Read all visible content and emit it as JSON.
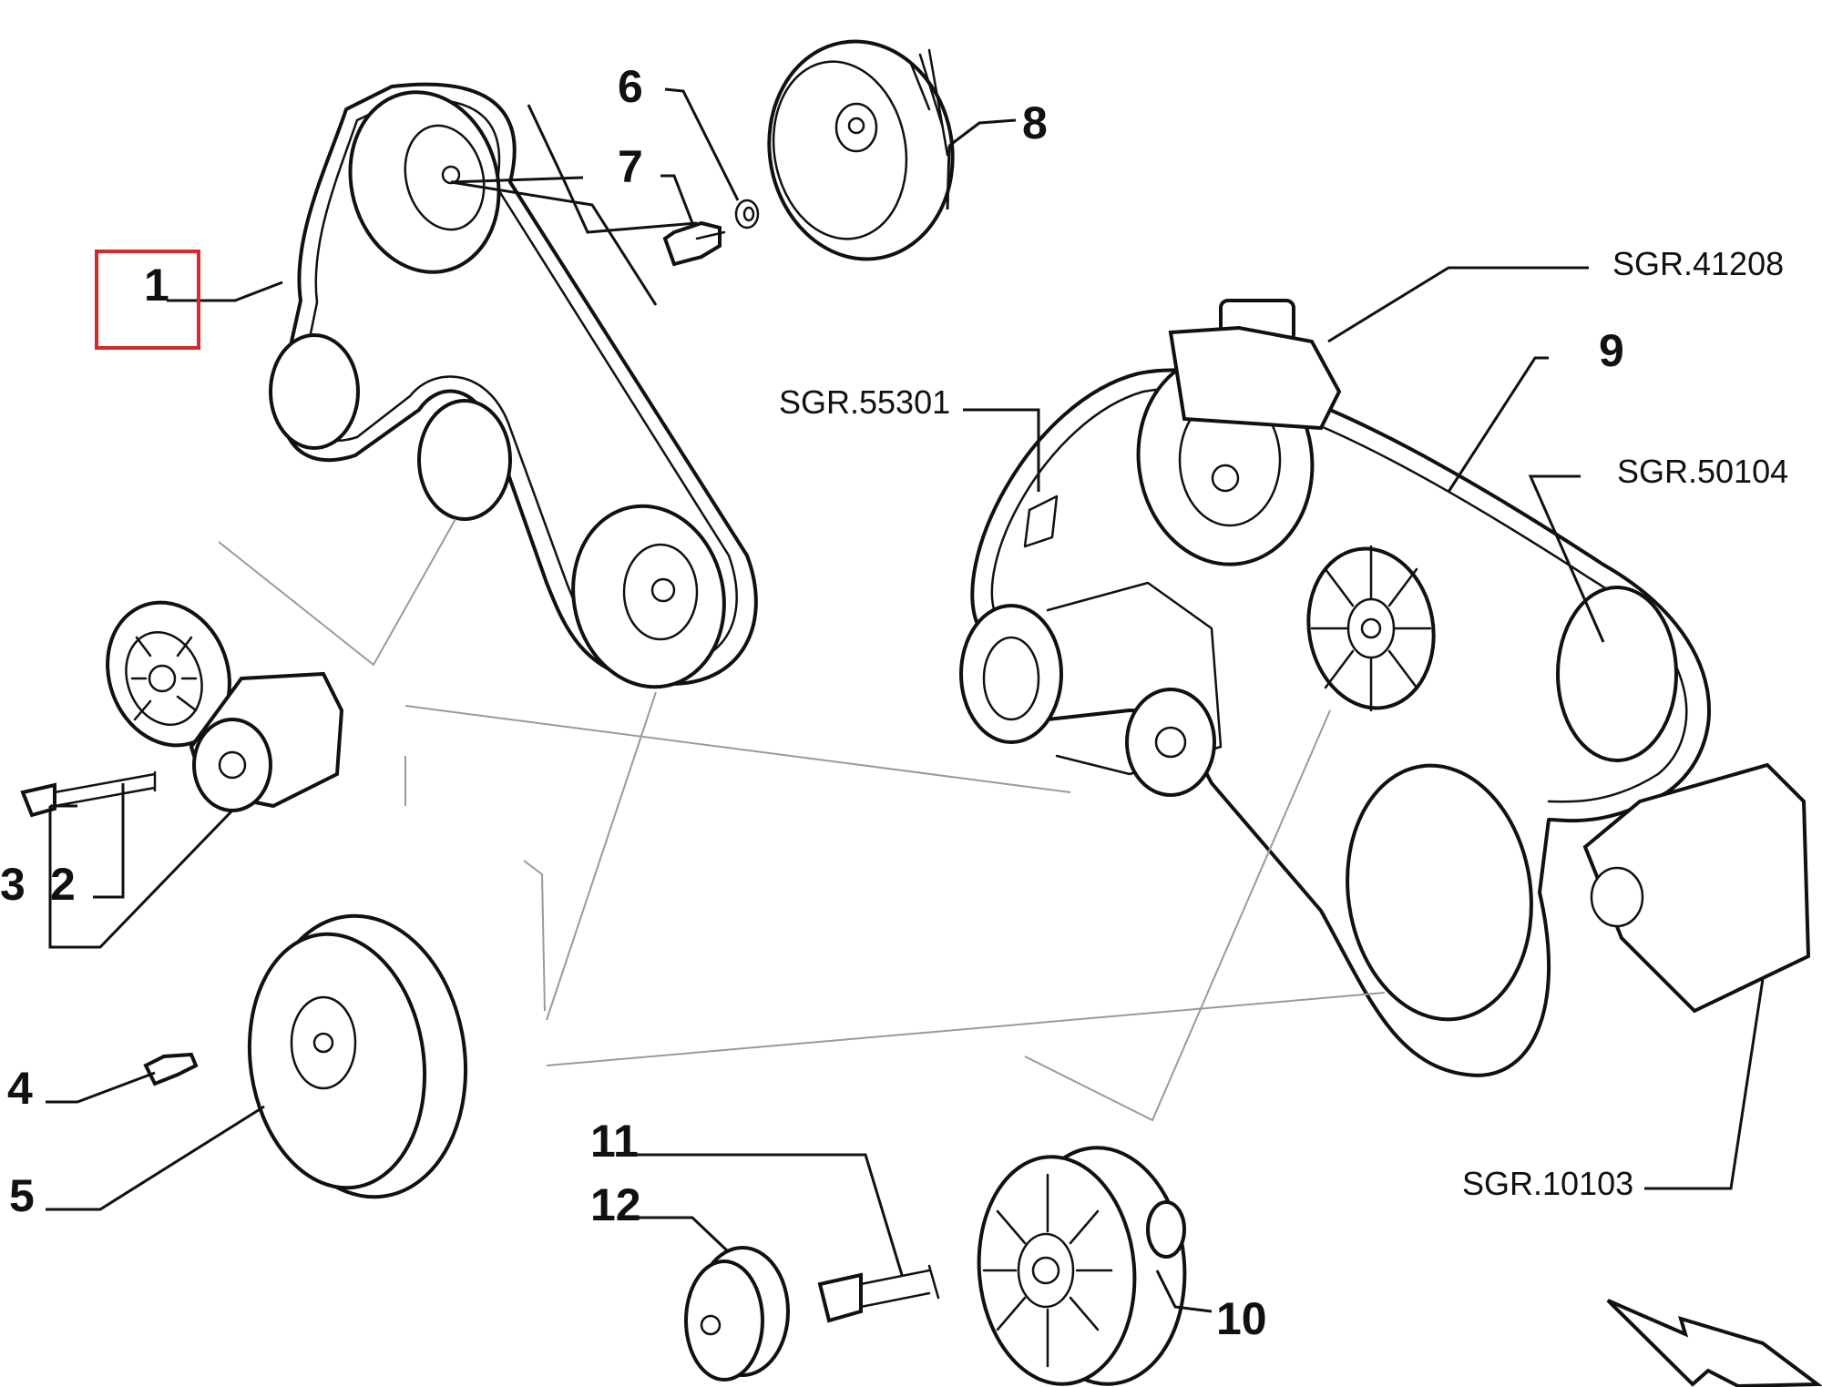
{
  "callouts": {
    "c1": "1",
    "c2": "2",
    "c3": "3",
    "c4": "4",
    "c5": "5",
    "c6": "6",
    "c7": "7",
    "c8": "8",
    "c9": "9",
    "c10": "10",
    "c11": "11",
    "c12": "12"
  },
  "references": {
    "r41208": "SGR.41208",
    "r55301": "SGR.55301",
    "r50104": "SGR.50104",
    "r10103": "SGR.10103"
  },
  "highlight": {
    "callout": "1",
    "color": "#d42a2a"
  }
}
